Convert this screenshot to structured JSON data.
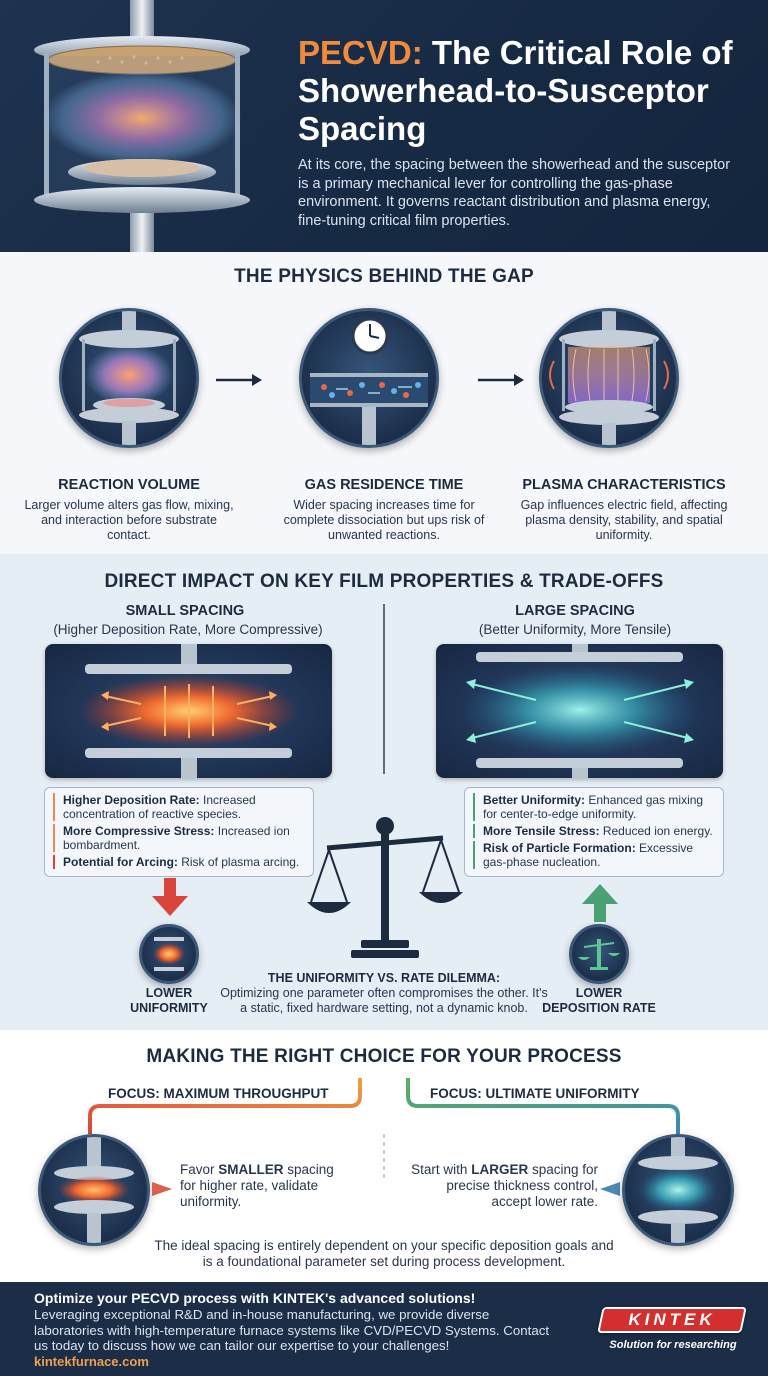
{
  "header": {
    "title_accent": "PECVD:",
    "title_rest": " The Critical Role of Showerhead-to-Susceptor Spacing",
    "description": "At its core, the spacing between the showerhead and the susceptor is a primary mechanical lever for controlling the gas-phase environment. It governs reactant distribution and plasma energy, fine-tuning critical film properties."
  },
  "physics": {
    "title": "THE PHYSICS BEHIND THE GAP",
    "columns": [
      {
        "heading": "REACTION VOLUME",
        "text": "Larger volume alters gas flow, mixing, and interaction before substrate contact."
      },
      {
        "heading": "GAS RESIDENCE TIME",
        "text": "Wider spacing increases time for complete dissociation but ups risk of unwanted reactions."
      },
      {
        "heading": "PLASMA CHARACTERISTICS",
        "text": "Gap influences electric field, affecting plasma density, stability, and spatial uniformity."
      }
    ]
  },
  "impact": {
    "title": "DIRECT IMPACT ON KEY FILM PROPERTIES & TRADE-OFFS",
    "small": {
      "heading": "SMALL SPACING",
      "subheading": "(Higher Deposition Rate, More Compressive)",
      "items": [
        {
          "bold": "Higher Deposition Rate:",
          "text": " Increased concentration of reactive species."
        },
        {
          "bold": "More Compressive Stress:",
          "text": " Increased ion bombardment."
        },
        {
          "bold": "Potential for Arcing:",
          "text": " Risk of plasma arcing."
        }
      ],
      "result": "LOWER UNIFORMITY"
    },
    "large": {
      "heading": "LARGE SPACING",
      "subheading": "(Better Uniformity, More Tensile)",
      "items": [
        {
          "bold": "Better Uniformity:",
          "text": " Enhanced gas mixing for center-to-edge uniformity."
        },
        {
          "bold": "More Tensile Stress:",
          "text": " Reduced ion energy."
        },
        {
          "bold": "Risk of Particle Formation:",
          "text": " Excessive gas-phase nucleation."
        }
      ],
      "result": "LOWER DEPOSITION RATE"
    },
    "dilemma_title": "THE UNIFORMITY VS. RATE DILEMMA:",
    "dilemma_text": "Optimizing one parameter often compromises the other. It's a static, fixed hardware setting, not a dynamic knob."
  },
  "choice": {
    "title": "MAKING THE RIGHT CHOICE FOR YOUR PROCESS",
    "left_focus": "FOCUS: MAXIMUM THROUGHPUT",
    "left_pre": "Favor ",
    "left_bold": "SMALLER",
    "left_post": " spacing for higher rate, validate uniformity.",
    "right_focus": "FOCUS: ULTIMATE UNIFORMITY",
    "right_pre": "Start with ",
    "right_bold": "LARGER",
    "right_post": " spacing for precise thickness control, accept lower rate.",
    "conclusion": "The ideal spacing is entirely dependent on your specific deposition goals and is a foundational parameter set during process development."
  },
  "footer": {
    "title": "Optimize your PECVD process with KINTEK's advanced solutions!",
    "text": "Leveraging exceptional R&D and in-house manufacturing, we provide diverse laboratories with high-temperature furnace systems like CVD/PECVD Systems. Contact us today to discuss how we can tailor our expertise to your challenges!",
    "link": "kintekfurnace.com",
    "brand": "KINTEK",
    "tagline": "Solution for researching"
  },
  "colors": {
    "navy": "#1d2b3f",
    "accent_orange": "#f08a3c",
    "brand_red": "#d32f2f",
    "arrow_red": "#d9453a",
    "arrow_green": "#4aa070"
  },
  "icons": [
    "pecvd-chamber-icon",
    "clock-icon",
    "arrow-right-icon",
    "balance-scale-icon",
    "arrow-down-icon",
    "arrow-up-icon"
  ]
}
